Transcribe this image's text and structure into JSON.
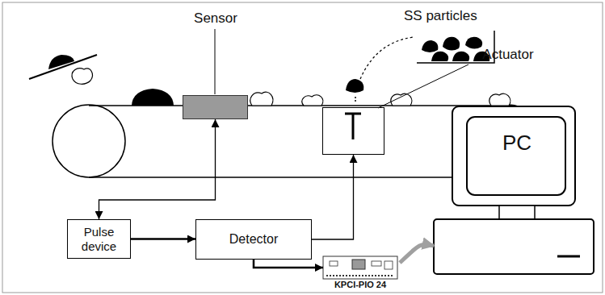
{
  "diagram": {
    "nodes": [
      {
        "text": [
          "Sensor"
        ]
      },
      {
        "text": [
          "Actuator"
        ]
      },
      {
        "text": [
          "Pulse device"
        ]
      },
      {
        "text": [
          "Detector"
        ]
      },
      {
        "text": [
          "KPCI-PIO 24"
        ]
      },
      {
        "text": [
          "PC"
        ]
      }
    ],
    "edges": [
      {
        "from": 2,
        "to": 0,
        "arrow": "both"
      },
      {
        "from": 2,
        "to": 3,
        "arrow": "to"
      },
      {
        "from": 3,
        "to": 1,
        "arrow": "to"
      },
      {
        "from": 3,
        "to": 4,
        "arrow": "to"
      },
      {
        "from": 4,
        "to": 5,
        "arrow": "to"
      }
    ],
    "labels": [
      "SS particles"
    ]
  }
}
